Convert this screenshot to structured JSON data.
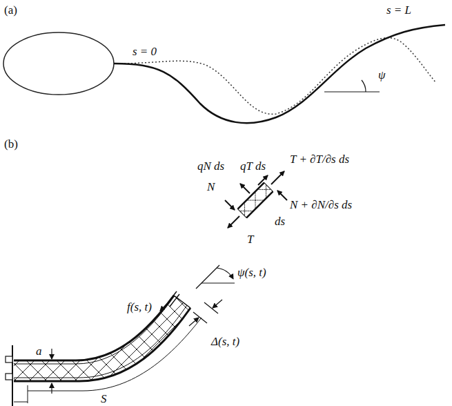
{
  "diagram": {
    "labels": [
      "(a)",
      "s = 0",
      "s = L",
      "ψ",
      "(b)",
      "qN ds",
      "qT ds",
      "T + ∂T/∂s ds",
      "N",
      "N + ∂N/∂s ds",
      "ds",
      "T",
      "ψ(s, t)",
      "f(s, t)",
      "Δ(s, t)",
      "a",
      "S"
    ]
  }
}
